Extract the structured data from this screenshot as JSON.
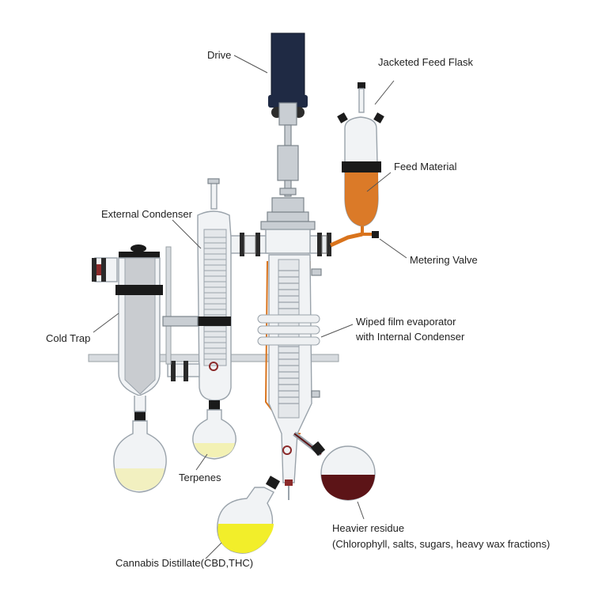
{
  "labels": {
    "drive": "Drive",
    "jacketed_feed_flask": "Jacketed Feed Flask",
    "feed_material": "Feed Material",
    "external_condenser": "External Condenser",
    "metering_valve": "Metering Valve",
    "cold_trap": "Cold Trap",
    "wiped_film_line1": "Wiped film evaporator",
    "wiped_film_line2": "with Internal Condenser",
    "terpenes": "Terpenes",
    "heavier_residue": "Heavier residue",
    "heavier_residue_detail": "(Chlorophyll, salts, sugars, heavy wax fractions)",
    "cannabis_distillate": "Cannabis Distillate(CBD,THC)"
  },
  "colors": {
    "drive_motor": "#1f2a44",
    "feed_material": "#d9731c",
    "distillate": "#f2ee2a",
    "terpene_fill": "#f3f1b4",
    "cold_trap_fill": "#f2f0c0",
    "residue": "#5c1417",
    "jacket_tubing": "#d9731c"
  }
}
